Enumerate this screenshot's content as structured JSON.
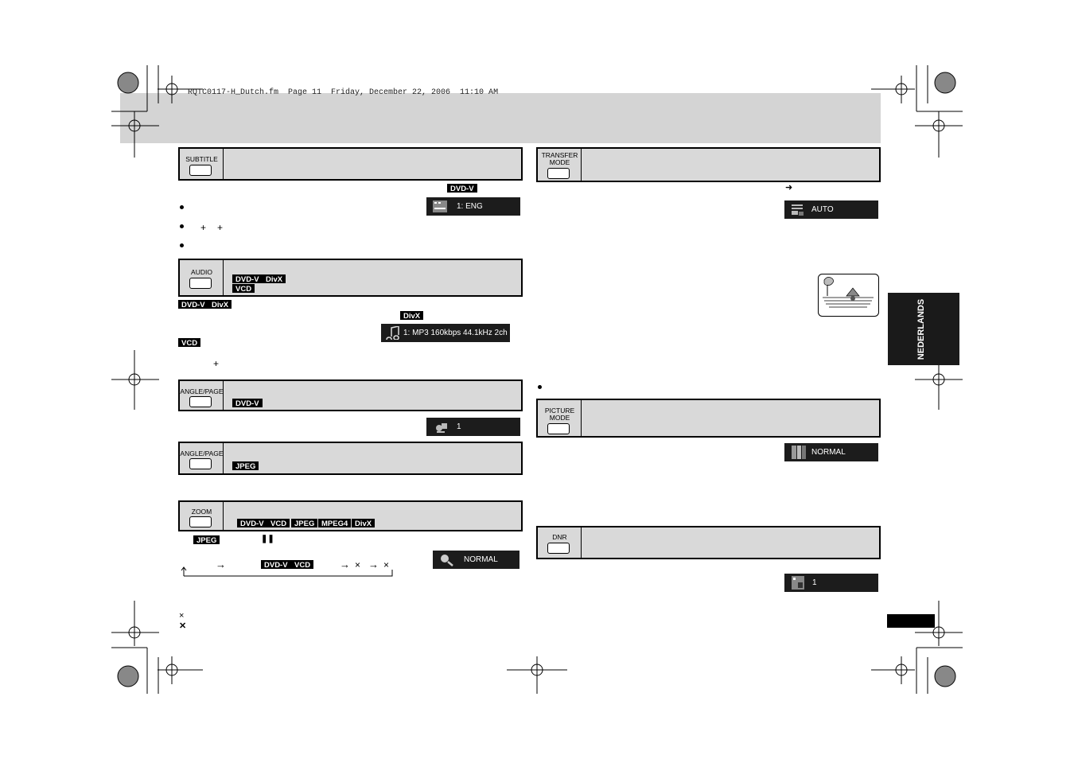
{
  "header": {
    "fm_line": "RQTC0117-H_Dutch.fm  Page 11  Friday, December 22, 2006  11:10 AM"
  },
  "buttons": {
    "subtitle": "SUBTITLE",
    "audio": "AUDIO",
    "angle_page_1": "ANGLE/PAGE",
    "angle_page_2": "ANGLE/PAGE",
    "zoom": "ZOOM",
    "transfer_line1": "TRANSFER",
    "transfer_line2": "MODE",
    "picture_line1": "PICTURE",
    "picture_line2": "MODE",
    "dnr": "DNR"
  },
  "badges": {
    "dvdv": "DVD-V",
    "divx": "DivX",
    "vcd": "VCD",
    "jpeg": "JPEG",
    "mpeg4": "MPEG4"
  },
  "osd": {
    "subtitle": "1: ENG",
    "audio": "1: MP3 160kbps 44.1kHz 2ch",
    "angle": "1",
    "zoom": "NORMAL",
    "transfer": "AUTO",
    "picture": "NORMAL",
    "dnr": "1"
  },
  "symbols": {
    "plus": "+",
    "arrow": "→",
    "cross": "×",
    "bold_cross": "✕",
    "pause": "❚❚",
    "right_arrow_bold": "➜"
  },
  "side_tab": {
    "label": "NEDERLANDS"
  },
  "colors": {
    "band": "#d4d4d4",
    "box": "#d9d9d9",
    "osd": "#1c1c1c",
    "tab": "#1a1a1a"
  }
}
